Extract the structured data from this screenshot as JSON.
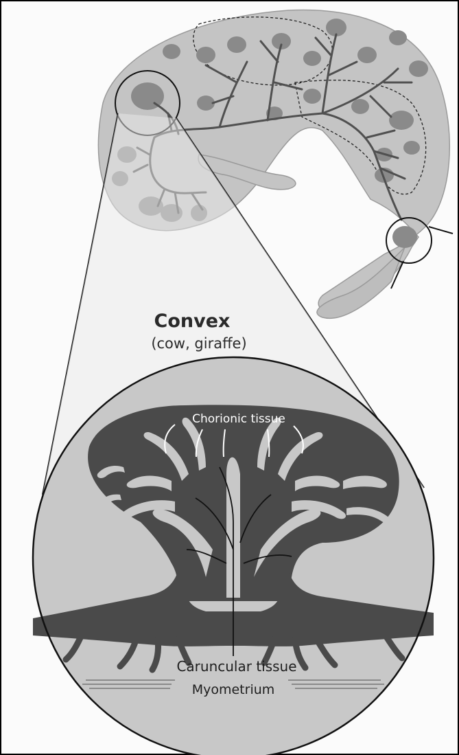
{
  "figure": {
    "title": "Convex",
    "subtitle": "(cow, giraffe)",
    "labels": {
      "chorionic": "Chorionic tissue",
      "caruncular": "Caruncular tissue",
      "myometrium": "Myometrium"
    }
  },
  "colors": {
    "uterus_fill": "#c4c4c4",
    "cotyledon": "#8a8a8a",
    "vessel": "#505050",
    "tissue_dark": "#4a4a4a",
    "tissue_light": "#c8c8c8",
    "line": "#111111"
  }
}
